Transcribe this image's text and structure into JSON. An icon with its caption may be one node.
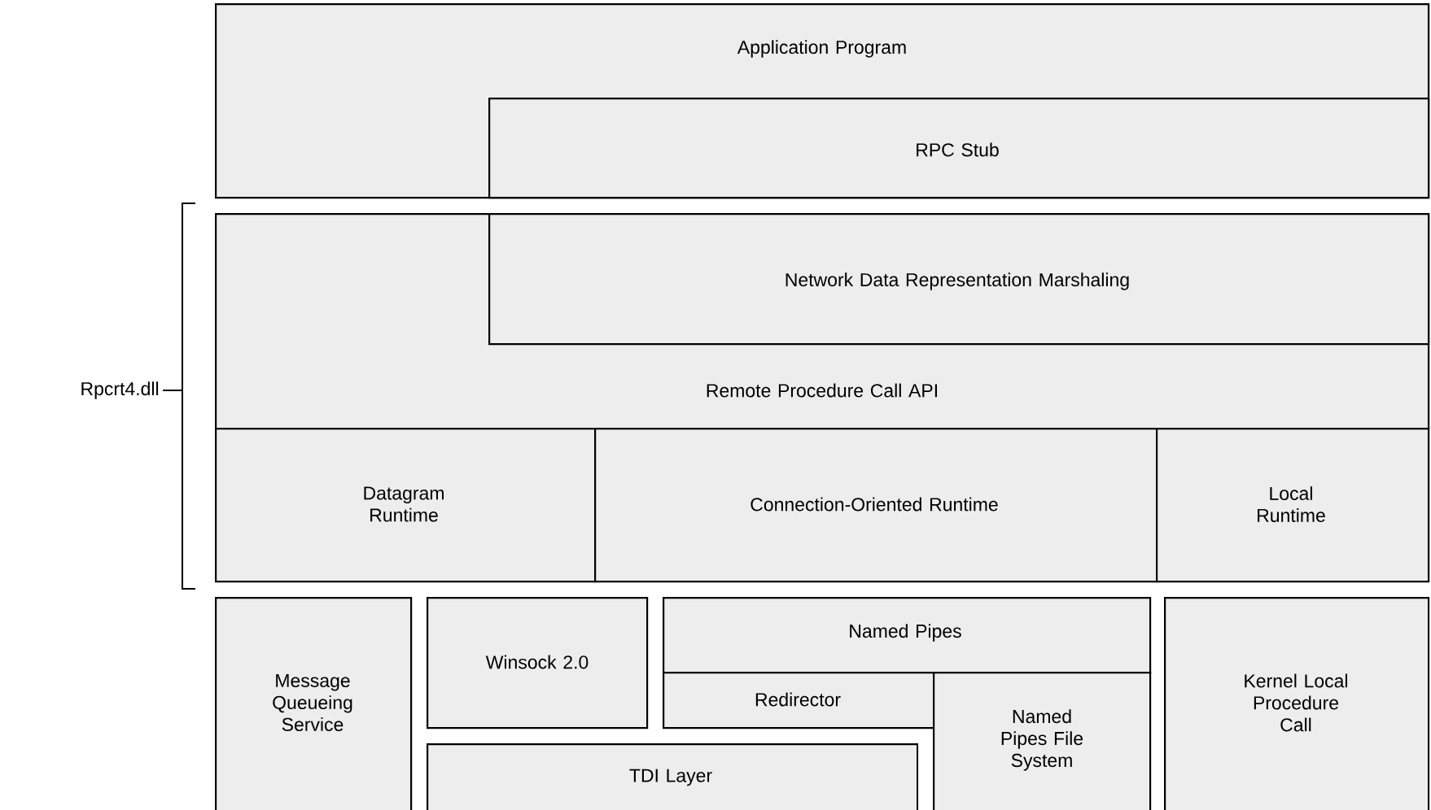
{
  "diagram": {
    "nodes": [
      {
        "text": [
          "Application Program"
        ]
      },
      {
        "text": [
          "RPC Stub"
        ],
        "in": 0
      },
      {
        "text": [
          "Remote Procedure Call API"
        ]
      },
      {
        "text": [
          "Network Data Representation Marshaling"
        ],
        "in": 2
      },
      {
        "text": [
          "Datagram Runtime"
        ]
      },
      {
        "text": [
          "Connection-Oriented Runtime"
        ]
      },
      {
        "text": [
          "Local Runtime"
        ]
      },
      {
        "text": [
          "Message Queueing Service"
        ]
      },
      {
        "text": [
          "Winsock 2.0"
        ]
      },
      {
        "text": [
          "Named Pipes"
        ]
      },
      {
        "text": [
          "Redirector"
        ]
      },
      {
        "text": [
          "Named Pipes File System"
        ]
      },
      {
        "text": [
          "TDI Layer"
        ]
      },
      {
        "text": [
          "Kernel Local Procedure Call"
        ]
      }
    ],
    "labels": [
      "Rpcrt4.dll"
    ]
  }
}
